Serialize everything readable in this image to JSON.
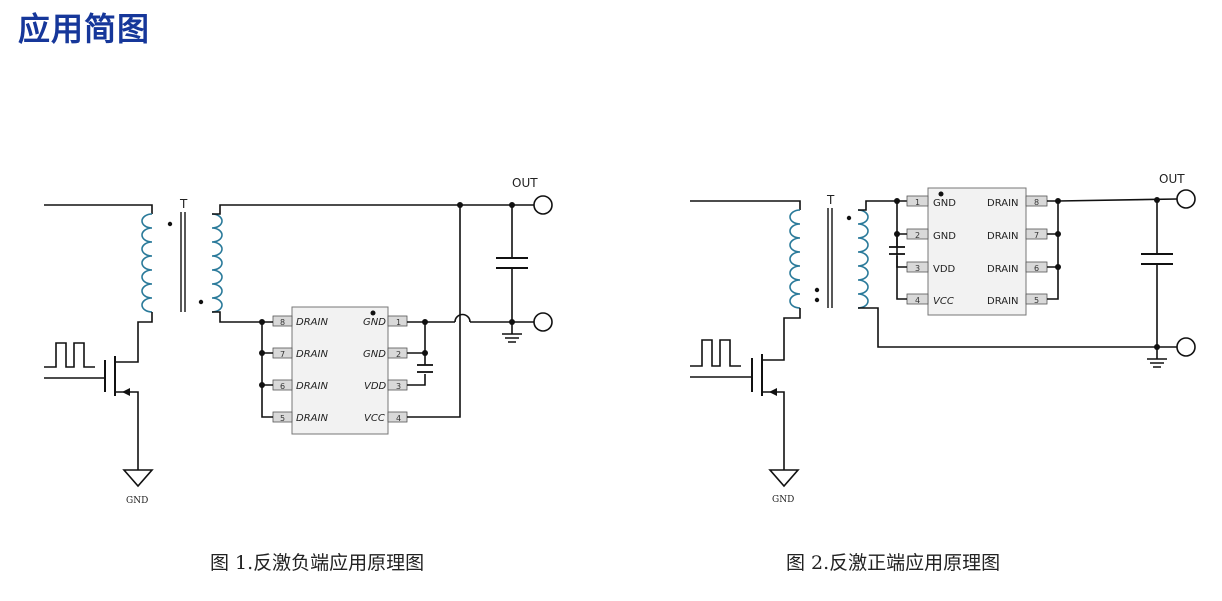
{
  "title": "应用简图",
  "figure1": {
    "caption": "图 1.反激负端应用原理图",
    "transformer_label": "T",
    "out_label": "OUT",
    "gnd_label": "GND",
    "pins": [
      {
        "num": "8",
        "name": "DRAIN"
      },
      {
        "num": "7",
        "name": "DRAIN"
      },
      {
        "num": "6",
        "name": "DRAIN"
      },
      {
        "num": "5",
        "name": "DRAIN"
      },
      {
        "num": "1",
        "name": "GND"
      },
      {
        "num": "2",
        "name": "GND"
      },
      {
        "num": "3",
        "name": "VDD"
      },
      {
        "num": "4",
        "name": "VCC"
      }
    ]
  },
  "figure2": {
    "caption": "图 2.反激正端应用原理图",
    "transformer_label": "T",
    "out_label": "OUT",
    "gnd_label": "GND",
    "pins": [
      {
        "num": "1",
        "name": "GND"
      },
      {
        "num": "2",
        "name": "GND"
      },
      {
        "num": "3",
        "name": "VDD"
      },
      {
        "num": "4",
        "name": "VCC"
      },
      {
        "num": "8",
        "name": "DRAIN"
      },
      {
        "num": "7",
        "name": "DRAIN"
      },
      {
        "num": "6",
        "name": "DRAIN"
      },
      {
        "num": "5",
        "name": "DRAIN"
      }
    ]
  }
}
